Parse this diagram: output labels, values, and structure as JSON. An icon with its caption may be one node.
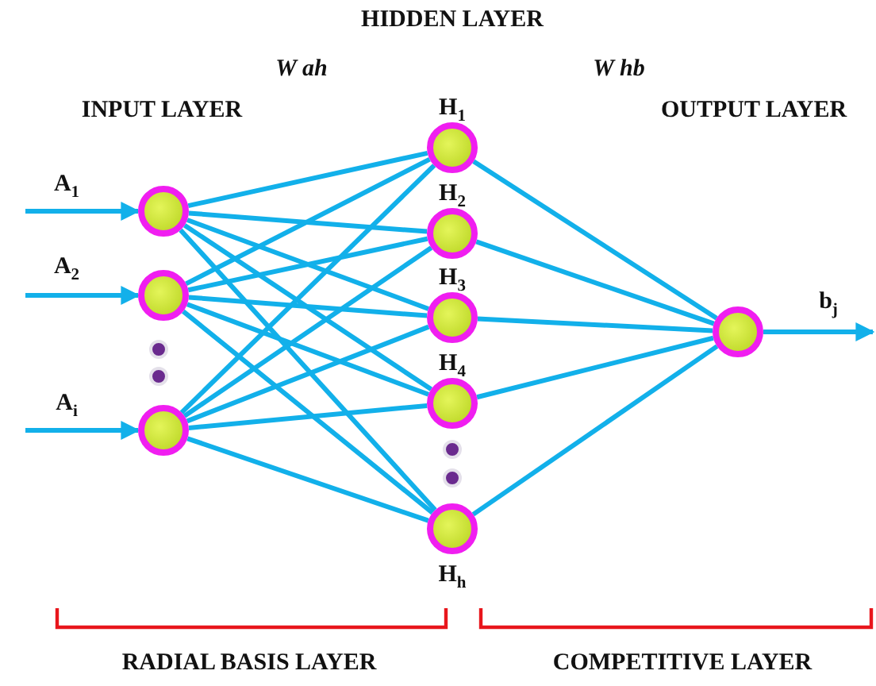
{
  "diagram": {
    "nodes": [
      {
        "text": [],
        "shape": "circle"
      },
      {
        "text": [],
        "shape": "circle"
      },
      {
        "text": [],
        "shape": "circle"
      },
      {
        "text": [],
        "shape": "circle",
        "beside": [
          "H$_{1}$"
        ]
      },
      {
        "text": [],
        "shape": "circle",
        "beside": [
          "H$_{2}$"
        ]
      },
      {
        "text": [],
        "shape": "circle",
        "beside": [
          "H$_{3}$"
        ]
      },
      {
        "text": [],
        "shape": "circle",
        "beside": [
          "H$_{4}$"
        ]
      },
      {
        "text": [],
        "shape": "circle",
        "beside": [
          "H$_{h}$"
        ]
      },
      {
        "text": [],
        "shape": "circle"
      }
    ],
    "edges": [
      {
        "from": null,
        "to": 0,
        "arrow": "to",
        "label": "A$_{1}$"
      },
      {
        "from": null,
        "to": 1,
        "arrow": "to",
        "label": "A$_{2}$"
      },
      {
        "from": null,
        "to": 2,
        "arrow": "to",
        "label": "A$_{i}$"
      },
      {
        "from": 0,
        "to": 3,
        "arrow": "none"
      },
      {
        "from": 0,
        "to": 4,
        "arrow": "none"
      },
      {
        "from": 0,
        "to": 5,
        "arrow": "none"
      },
      {
        "from": 0,
        "to": 6,
        "arrow": "none"
      },
      {
        "from": 0,
        "to": 7,
        "arrow": "none"
      },
      {
        "from": 1,
        "to": 3,
        "arrow": "none"
      },
      {
        "from": 1,
        "to": 4,
        "arrow": "none"
      },
      {
        "from": 1,
        "to": 5,
        "arrow": "none"
      },
      {
        "from": 1,
        "to": 6,
        "arrow": "none"
      },
      {
        "from": 1,
        "to": 7,
        "arrow": "none"
      },
      {
        "from": 2,
        "to": 3,
        "arrow": "none"
      },
      {
        "from": 2,
        "to": 4,
        "arrow": "none"
      },
      {
        "from": 2,
        "to": 5,
        "arrow": "none"
      },
      {
        "from": 2,
        "to": 6,
        "arrow": "none"
      },
      {
        "from": 2,
        "to": 7,
        "arrow": "none"
      },
      {
        "from": 3,
        "to": 8,
        "arrow": "none"
      },
      {
        "from": 4,
        "to": 8,
        "arrow": "none"
      },
      {
        "from": 5,
        "to": 8,
        "arrow": "none"
      },
      {
        "from": 6,
        "to": 8,
        "arrow": "none"
      },
      {
        "from": 7,
        "to": 8,
        "arrow": "none"
      },
      {
        "from": 8,
        "to": null,
        "arrow": "to",
        "label": "b$_{j}$"
      }
    ],
    "labels": [
      "HIDDEN LAYER",
      "W ah",
      "W hb",
      "INPUT LAYER",
      "OUTPUT LAYER",
      "RADIAL BASIS LAYER",
      "COMPETITIVE LAYER"
    ]
  }
}
